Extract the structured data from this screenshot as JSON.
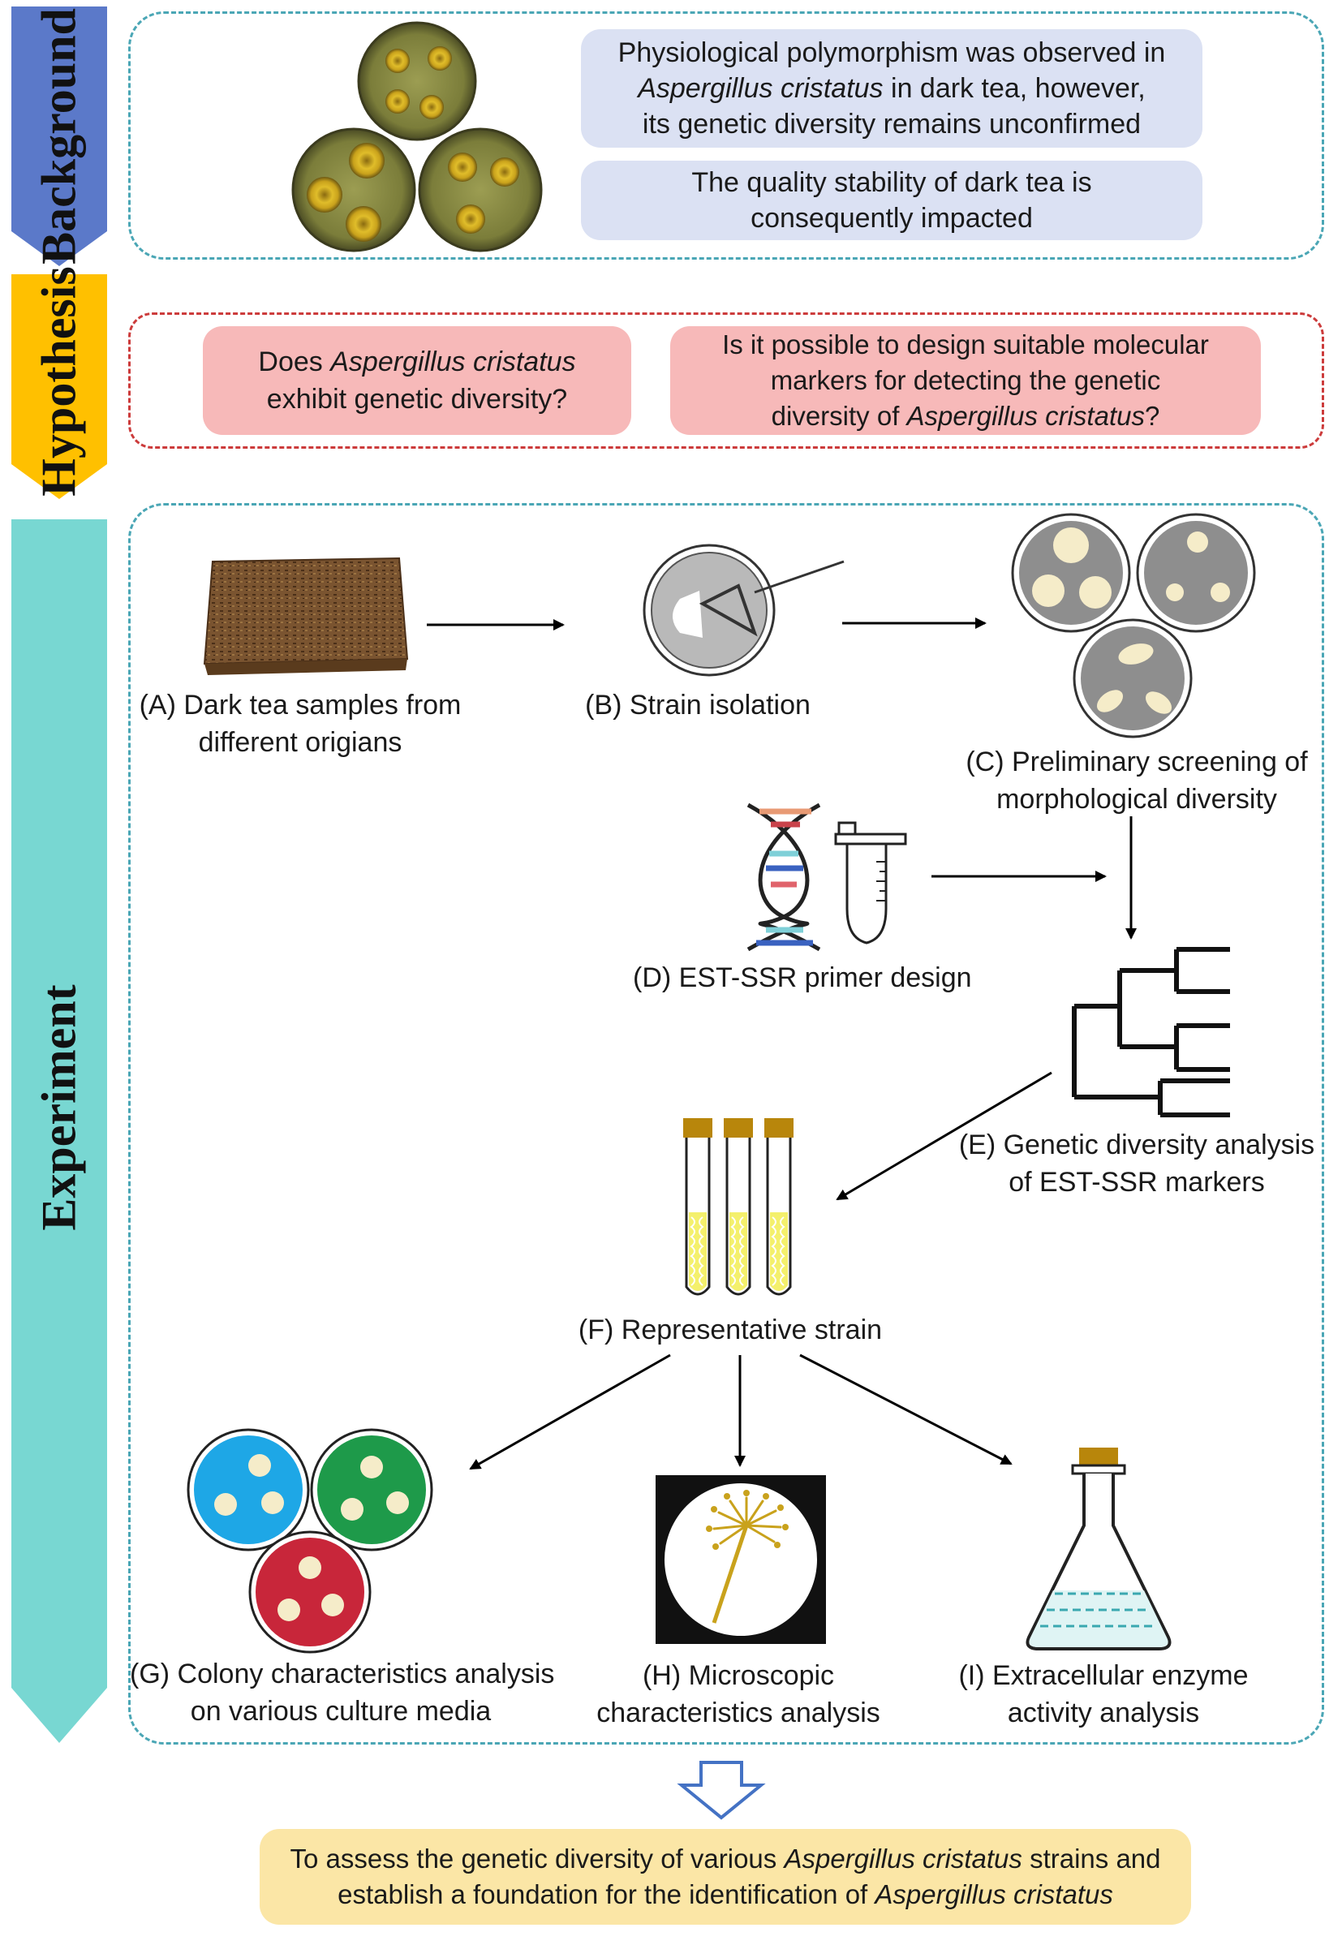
{
  "sections": {
    "background": {
      "label": "Background",
      "statement1": [
        "Physiological polymorphism was observed in",
        "Aspergillus cristatus",
        " in dark tea, however,",
        "its genetic diversity remains unconfirmed"
      ],
      "statement2": [
        "The quality stability of dark tea is",
        "consequently impacted"
      ]
    },
    "hypothesis": {
      "label": "Hypothesis",
      "question1": [
        "Does ",
        "Aspergillus cristatus",
        "exhibit genetic diversity?"
      ],
      "question2": [
        "Is it possible to design suitable molecular",
        "markers for detecting the genetic",
        "diversity of ",
        "Aspergillus cristatus",
        "?"
      ]
    },
    "experiment": {
      "label": "Experiment",
      "steps": {
        "a": [
          "(A) Dark tea samples from",
          "different origians"
        ],
        "b": "(B) Strain isolation",
        "c": [
          "(C) Preliminary screening of",
          "morphological diversity"
        ],
        "d": "(D) EST-SSR primer design",
        "e": [
          "(E) Genetic diversity analysis",
          "of EST-SSR markers"
        ],
        "f": "(F) Representative strain",
        "g": [
          "(G) Colony characteristics analysis",
          "on various culture media"
        ],
        "h": [
          "(H) Microscopic",
          "characteristics analysis"
        ],
        "i": [
          "(I) Extracellular enzyme",
          "activity analysis"
        ]
      }
    }
  },
  "conclusion": [
    "To assess the genetic diversity of various ",
    "Aspergillus cristatus",
    " strains and",
    "establish a foundation for the identification of ",
    "Aspergillus cristatus"
  ],
  "colors": {
    "background_arrow": "#5b79c9",
    "hypothesis_arrow": "#ffc000",
    "experiment_arrow": "#78d7d2",
    "background_box": "#dbe1f3",
    "hypothesis_box": "#f7b9b9",
    "conclusion_box": "#fbe6a6",
    "panel_border_teal": "#4aa6b5",
    "panel_border_red": "#cc3b3b",
    "dish_blue": "#1ea7e6",
    "dish_green": "#1e9a4a",
    "dish_red": "#c8263a",
    "tube_cap": "#b8860b"
  }
}
